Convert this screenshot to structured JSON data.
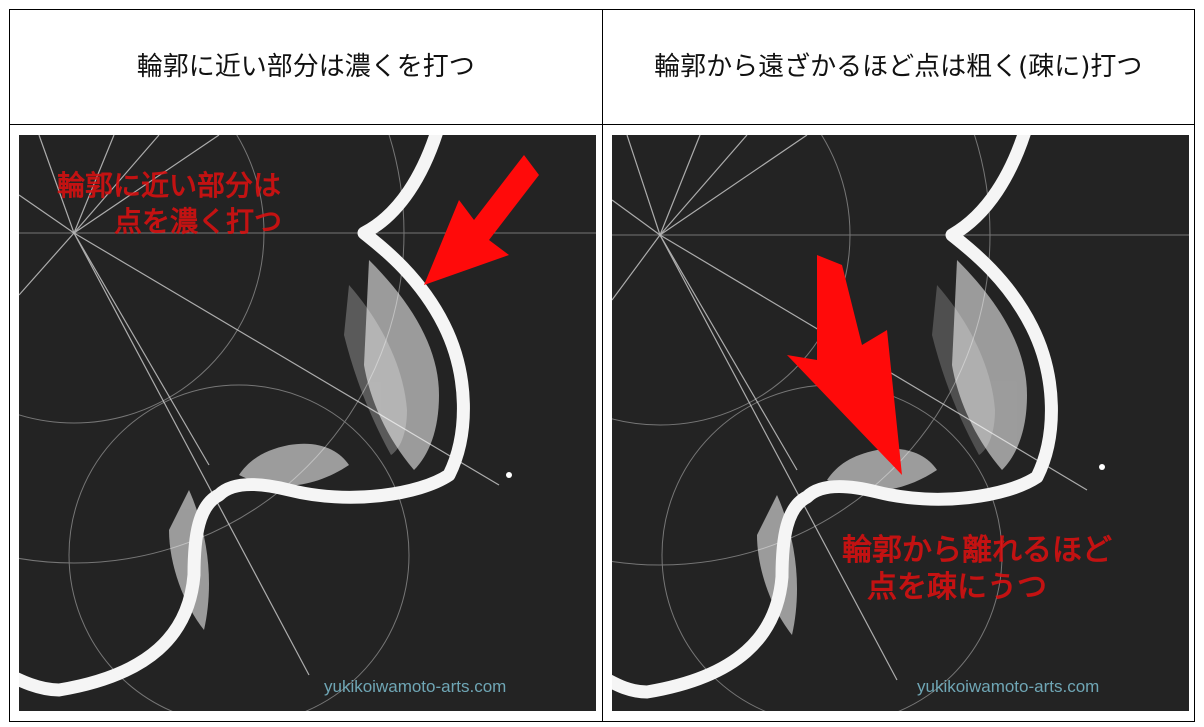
{
  "table": {
    "headers": [
      "輪郭に近い部分は濃くを打つ",
      "輪郭から遠ざかるほど点は粗く(疎に)打つ"
    ],
    "panels": [
      {
        "annotation_lines": [
          "輪郭に近い部分は",
          "点を濃く打つ"
        ],
        "watermark": "yukikoiwamoto-arts.com",
        "arrow_direction": "down-left"
      },
      {
        "annotation_lines": [
          "輪郭から離れるほど",
          "点を疎にうつ"
        ],
        "watermark": "yukikoiwamoto-arts.com",
        "arrow_direction": "down-right"
      }
    ]
  },
  "colors": {
    "background": "#232323",
    "annotation": "#e01010",
    "watermark": "#6fa6b5",
    "line_art": "#f5f5f5"
  }
}
